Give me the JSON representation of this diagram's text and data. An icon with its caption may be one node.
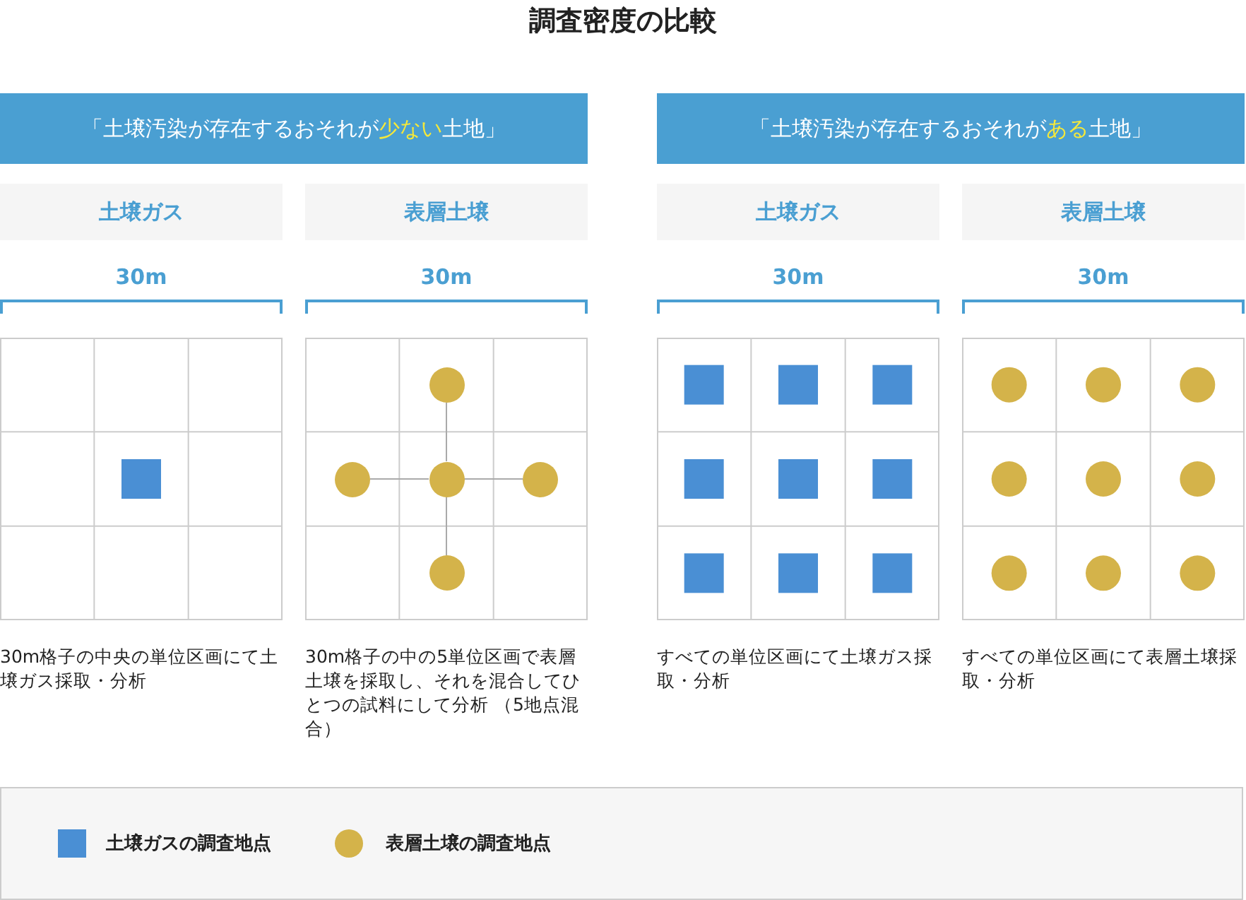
{
  "diagram": {
    "title": "調査密度の比較",
    "nodes": [
      {
        "text": [
          "「土壌汚染が存在するおそれが**少ない**土地」"
        ]
      },
      {
        "text": [
          "「土壌汚染が存在するおそれが**ある**土地」"
        ]
      },
      {
        "text": [
          "土壌ガス"
        ]
      },
      {
        "text": [
          "表層土壌"
        ]
      },
      {
        "text": [
          "土壌ガス"
        ]
      },
      {
        "text": [
          "表層土壌"
        ]
      },
      {
        "text": [],
        "shape": "circle"
      },
      {
        "text": [],
        "shape": "circle"
      },
      {
        "text": [],
        "shape": "circle"
      },
      {
        "text": [],
        "shape": "circle"
      },
      {
        "text": [],
        "shape": "circle"
      }
    ],
    "edges": [
      {
        "from": 8,
        "to": 6,
        "arrow": "none"
      },
      {
        "from": 8,
        "to": 7,
        "arrow": "none"
      },
      {
        "from": 8,
        "to": 9,
        "arrow": "none"
      },
      {
        "from": 8,
        "to": 10,
        "arrow": "none"
      }
    ],
    "labels": [
      "30m",
      "30m",
      "30m",
      "30m",
      "30m格子の中央の単位区画にて土壌ガス採取・分析",
      "30m格子の中の5単位区画で表層土壌を採取し、それを混合してひとつの試料にして分析 （5地点混合）",
      "すべての単位区画にて土壌ガス採取・分析",
      "すべての単位区画にて表層土壌採取・分析"
    ],
    "legend": [
      {
        "text": "土壌ガスの調査地点",
        "color": "#4a8fd4"
      },
      {
        "text": "表層土壌の調査地点",
        "color": "#d4b34a"
      }
    ]
  }
}
